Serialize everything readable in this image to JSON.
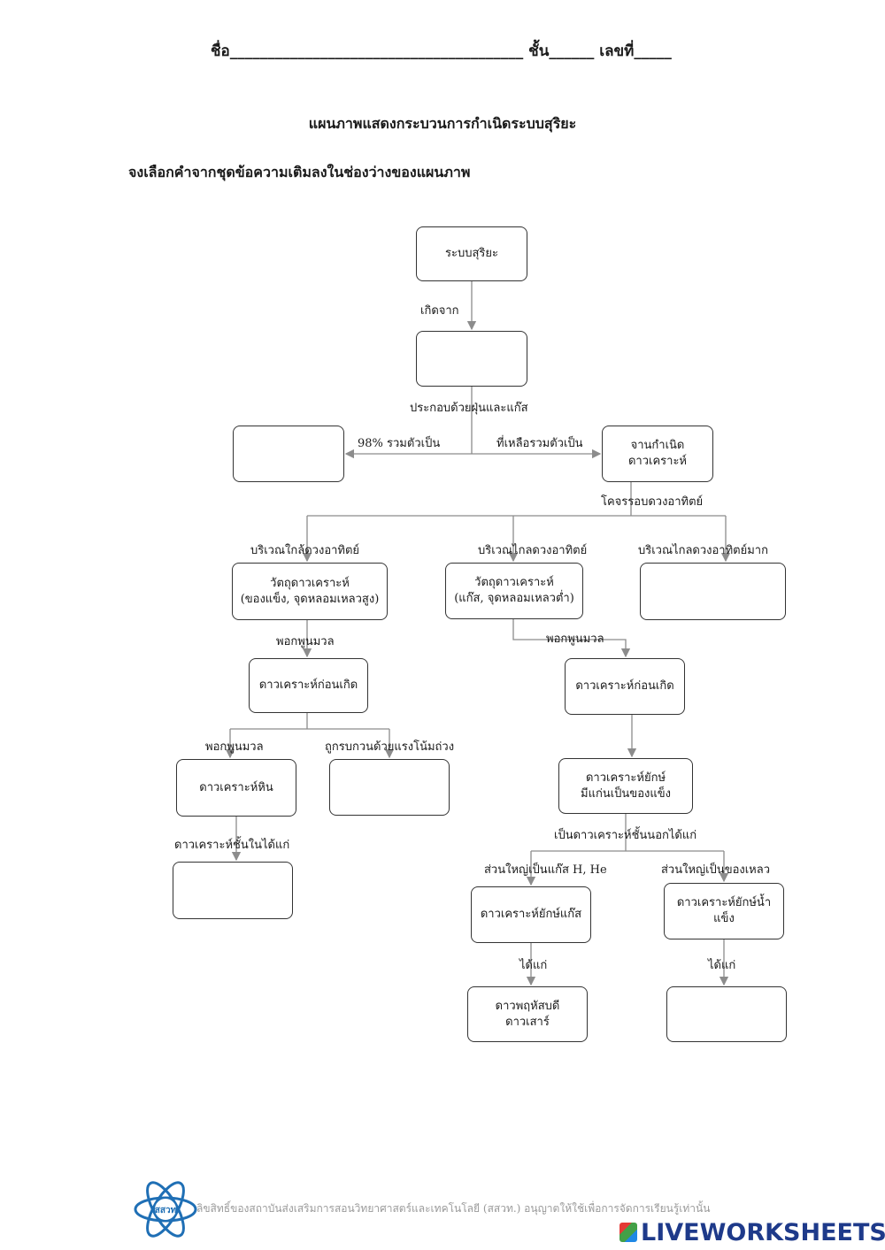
{
  "header": {
    "name_label": "ชื่อ",
    "name_blank": "_______________________________________",
    "class_label": "ชั้น",
    "class_blank": "______",
    "number_label": "เลขที่",
    "number_blank": "_____"
  },
  "title": "แผนภาพแสดงกระบวนการกำเนิดระบบสุริยะ",
  "instruction": "จงเลือกคำจากชุดข้อความเติมลงในช่องว่างของแผนภาพ",
  "boxes": {
    "solar_system": "ระบบสุริยะ",
    "blank_origin": "",
    "blank_98": "",
    "protoplanetary_disk": "จานกำเนิด\nดาวเคราะห์",
    "planetesimal_near": "วัตถุดาวเคราะห์\n(ของแข็ง, จุดหลอมเหลวสูง)",
    "planetesimal_far": "วัตถุดาวเคราะห์\n(แก๊ส, จุดหลอมเหลวต่ำ)",
    "blank_very_far": "",
    "protoplanet_left": "ดาวเคราะห์ก่อนเกิด",
    "protoplanet_right": "ดาวเคราะห์ก่อนเกิด",
    "rocky_planet": "ดาวเคราะห์หิน",
    "blank_disturbed": "",
    "giant_icy_core": "ดาวเคราะห์ยักษ์\nมีแก่นเป็นของแข็ง",
    "blank_inner_planets": "",
    "gas_giant": "ดาวเคราะห์ยักษ์แก๊ส",
    "ice_giant": "ดาวเคราะห์ยักษ์น้ำ\nแข็ง",
    "jupiter_saturn": "ดาวพฤหัสบดี\nดาวเสาร์",
    "blank_ice_giants": ""
  },
  "labels": {
    "born_from": "เกิดจาก",
    "composed_of": "ประกอบด้วยฝุ่นและแก๊ส",
    "gathered_98": "98% รวมตัวเป็น",
    "remaining": "ที่เหลือรวมตัวเป็น",
    "orbiting_sun": "โคจรรอบดวงอาทิตย์",
    "near_sun": "บริเวณใกล้ดวงอาทิตย์",
    "far_sun": "บริเวณไกลดวงอาทิตย์",
    "very_far_sun": "บริเวณไกลดวงอาทิตย์มาก",
    "accretion_left": "พอกพูนมวล",
    "accretion_right": "พอกพูนมวล",
    "accretion_rock": "พอกพูนมวล",
    "disturbed_gravity": "ถูกรบกวนด้วยแรงโน้มถ่วง",
    "inner_planets_are": "ดาวเคราะห์ชั้นในได้แก่",
    "outer_planets_are": "เป็นดาวเคราะห์ชั้นนอกได้แก่",
    "mostly_gas": "ส่วนใหญ่เป็นแก๊ส H, He",
    "mostly_liquid": "ส่วนใหญ่เป็นของเหลว",
    "namely_left": "ได้แก่",
    "namely_right": "ได้แก่"
  },
  "footer": {
    "copyright": "ลิขสิทธิ์ของสถาบันส่งเสริมการสอนวิทยาศาสตร์และเทคโนโลยี (สสวท.) อนุญาตให้ใช้เพื่อการจัดการเรียนรู้เท่านั้น",
    "logo_text": "สสวท",
    "brand": "LIVEWORKSHEETS"
  },
  "colors": {
    "line": "#8c8c8c",
    "brand": "#1e3a8a",
    "logo": "#1f6fb5"
  }
}
